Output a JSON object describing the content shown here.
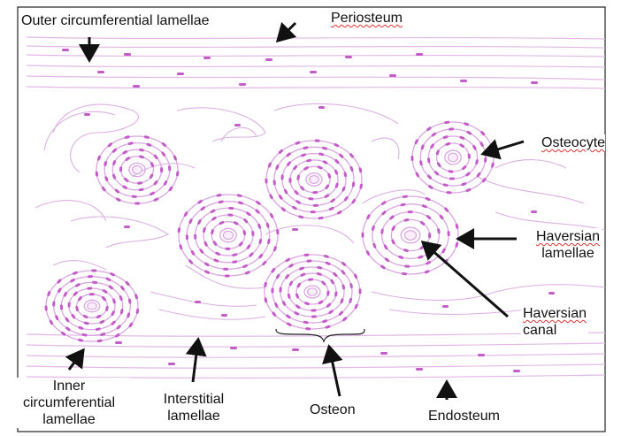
{
  "diagram": {
    "labels": {
      "outer_circumferential_lamellae": "Outer circumferential lamellae",
      "periosteum": "Periosteum",
      "osteocyte": "Osteocyte",
      "haversian_lamellae_1": "Haversian",
      "haversian_lamellae_2": "lamellae",
      "haversian_canal_1": "Haversian",
      "haversian_canal_2": "canal",
      "inner_circumferential_1": "Inner",
      "inner_circumferential_2": "circumferential",
      "inner_circumferential_3": "lamellae",
      "interstitial_1": "Interstitial",
      "interstitial_2": "lamellae",
      "osteon": "Osteon",
      "endosteum": "Endosteum"
    },
    "colors": {
      "lamella_stroke": "#d9a6e0",
      "cell_fill": "#c45bc9",
      "arrow": "#111111",
      "frame": "#222222",
      "spellcheck_underline": "#d33333"
    }
  }
}
